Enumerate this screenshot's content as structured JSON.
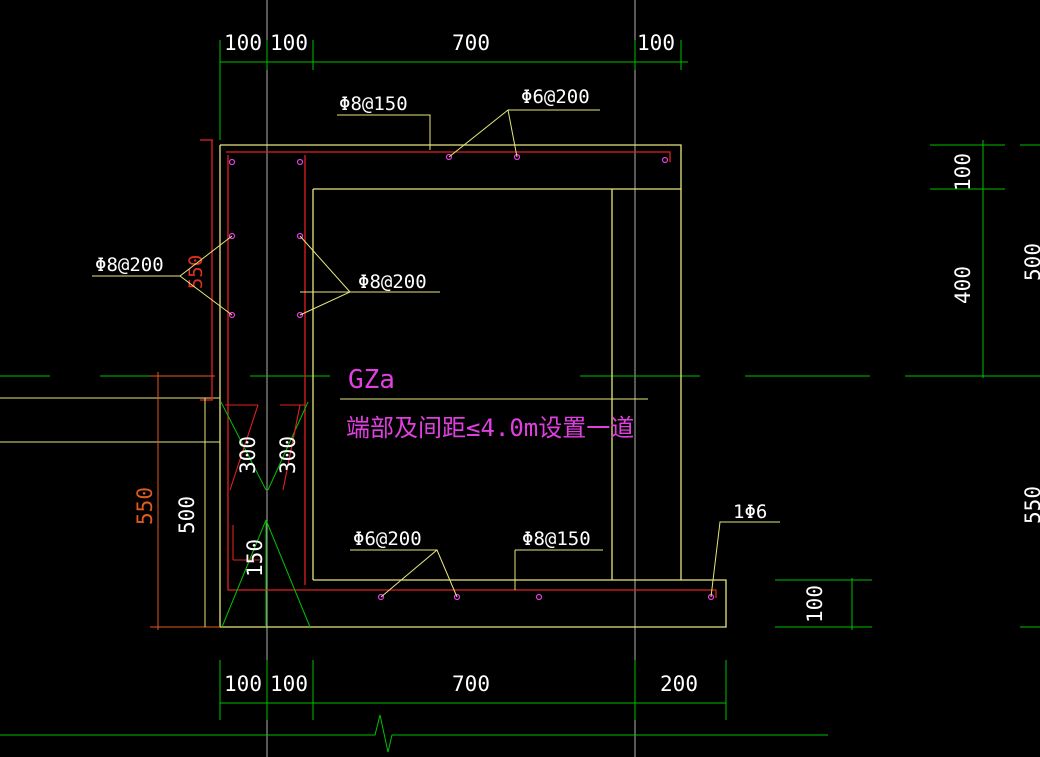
{
  "top_dims": [
    "100",
    "100",
    "700",
    "100"
  ],
  "bottom_dims": [
    "100",
    "100",
    "700",
    "200"
  ],
  "left_dims": [
    "550",
    "500"
  ],
  "right_dims": [
    "100",
    "400",
    "500",
    "550"
  ],
  "bottom_right_dim": "100",
  "inner_dims": [
    "300",
    "300",
    "150"
  ],
  "left_red_dim": "550",
  "rebar_labels": {
    "top_left": "Φ8@150",
    "top_right": "Φ6@200",
    "left_outer": "Φ8@200",
    "left_inner": "Φ8@200",
    "bottom_left": "Φ6@200",
    "bottom_right": "Φ8@150",
    "end_bar": "1Φ6"
  },
  "element_name": "GZa",
  "note": "端部及间距≤4.0m设置一道",
  "colors": {
    "background": "#000000",
    "outline": "#e6e67a",
    "rebar": "#e02020",
    "dimension": "#00c000",
    "text": "#ffffff",
    "annotation": "#e040e0",
    "gridline": "#b0b0b0",
    "orange_dim": "#e05a20"
  }
}
